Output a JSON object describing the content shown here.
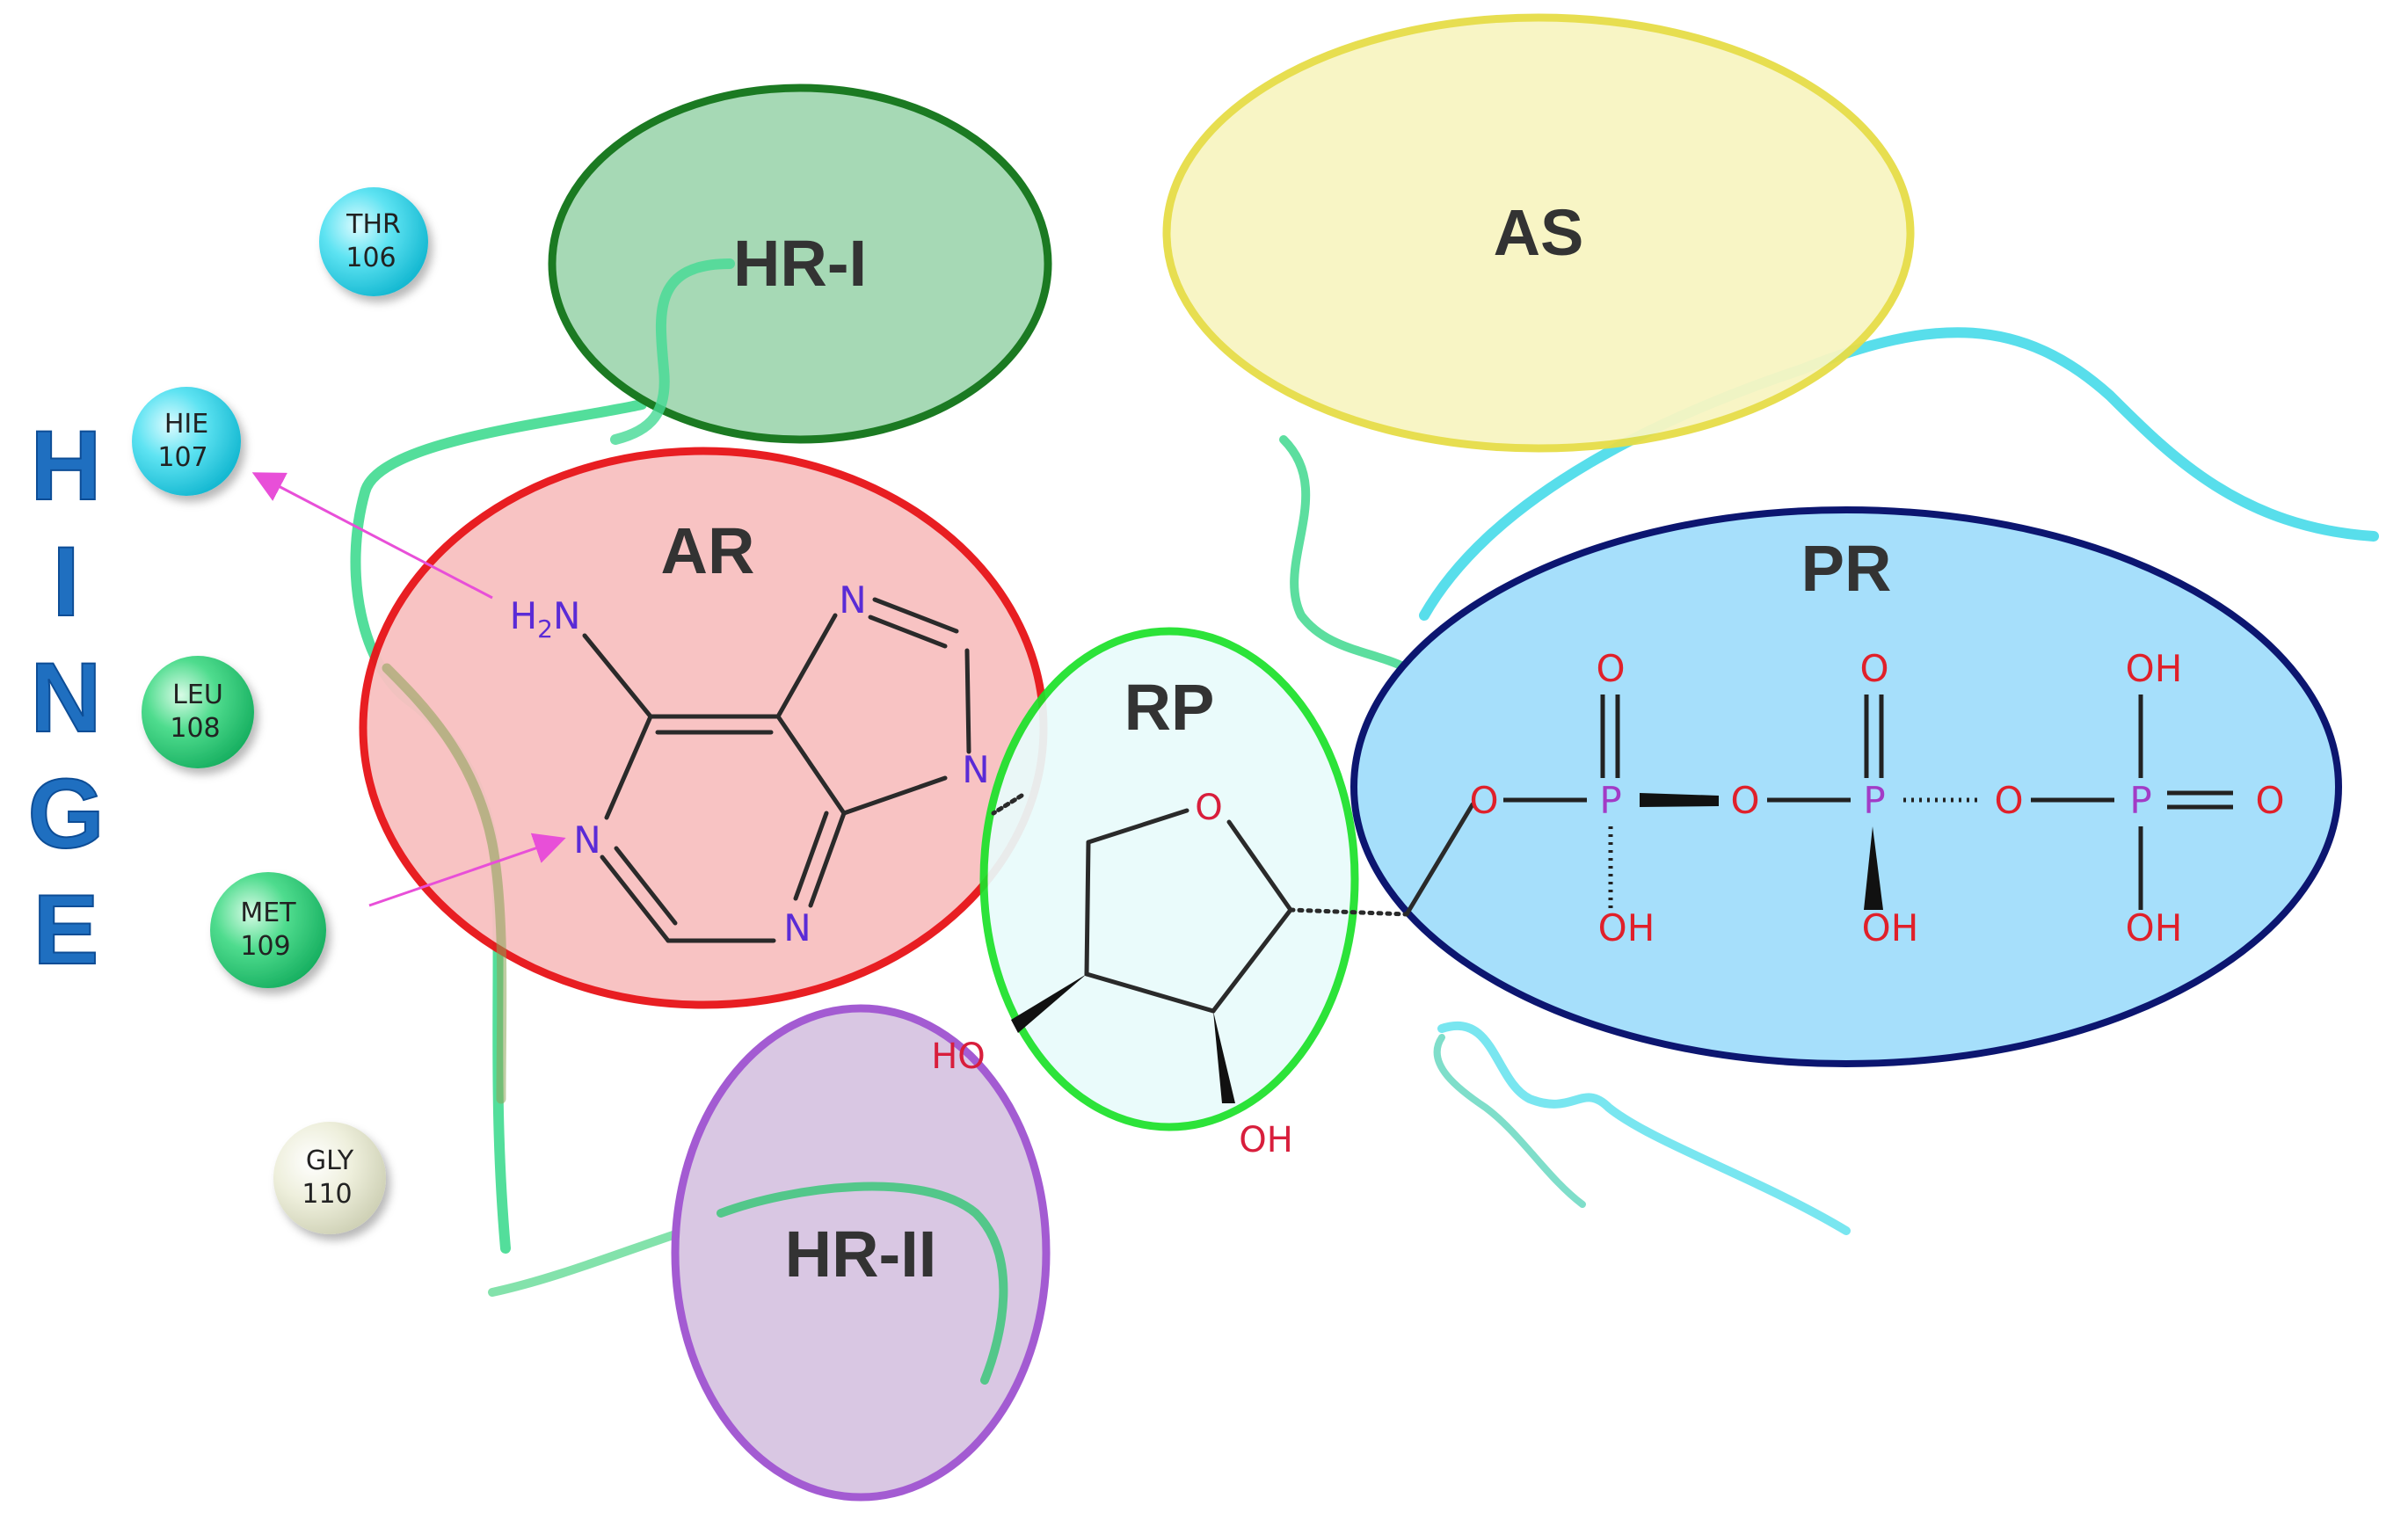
{
  "hinge": {
    "letters": [
      "H",
      "I",
      "N",
      "G",
      "E"
    ],
    "color": "#1f6fc0"
  },
  "residues": [
    {
      "name": "THR",
      "number": "106",
      "color": "#3fd7ea"
    },
    {
      "name": "HIE",
      "number": "107",
      "color": "#3fd7ea"
    },
    {
      "name": "LEU",
      "number": "108",
      "color": "#2fd27a"
    },
    {
      "name": "MET",
      "number": "109",
      "color": "#2fd27a"
    },
    {
      "name": "GLY",
      "number": "110",
      "color": "#e9ead6"
    }
  ],
  "regions": {
    "hr1": {
      "label": "HR-I",
      "fill": "#a6d9b5",
      "stroke": "#1b7a22"
    },
    "as": {
      "label": "AS",
      "fill": "#f8f5c2",
      "stroke": "#e6dd47"
    },
    "ar": {
      "label": "AR",
      "fill": "#f8c1c1",
      "stroke": "#e8151a"
    },
    "rp": {
      "label": "RP",
      "fill": "#e9fbfb",
      "stroke": "#1de12a"
    },
    "pr": {
      "label": "PR",
      "fill": "#a6dffb",
      "stroke": "#0c1670"
    },
    "hr2": {
      "label": "HR-II",
      "fill": "#d9c7e3",
      "stroke": "#a35bd2"
    }
  },
  "atoms": {
    "amine": "H2N",
    "amine_h": "H",
    "amine_sub": "2",
    "amine_n": "N",
    "n": "N",
    "o": "O",
    "p": "P",
    "oh": "OH",
    "ho": "HO"
  }
}
